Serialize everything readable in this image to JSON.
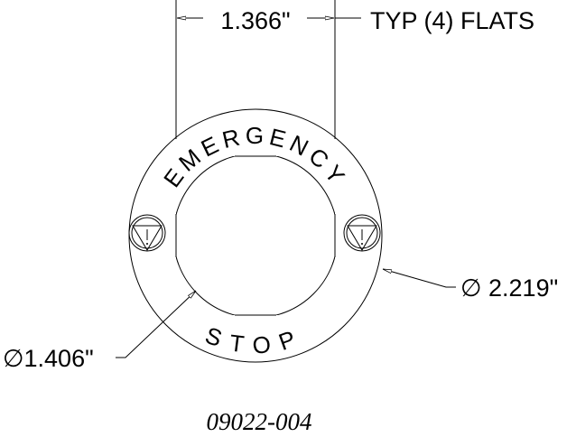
{
  "drawing": {
    "flat_dimension": "1.366\"",
    "flat_note": "TYP (4) FLATS",
    "inner_diameter": "∅1.406\"",
    "outer_diameter": "∅ 2.219\"",
    "arc_text_top": "EMERGENCY",
    "arc_text_bottom": "STOP",
    "part_number": "09022-004",
    "icons": [
      "warning-triangle-icon",
      "warning-triangle-icon"
    ]
  }
}
